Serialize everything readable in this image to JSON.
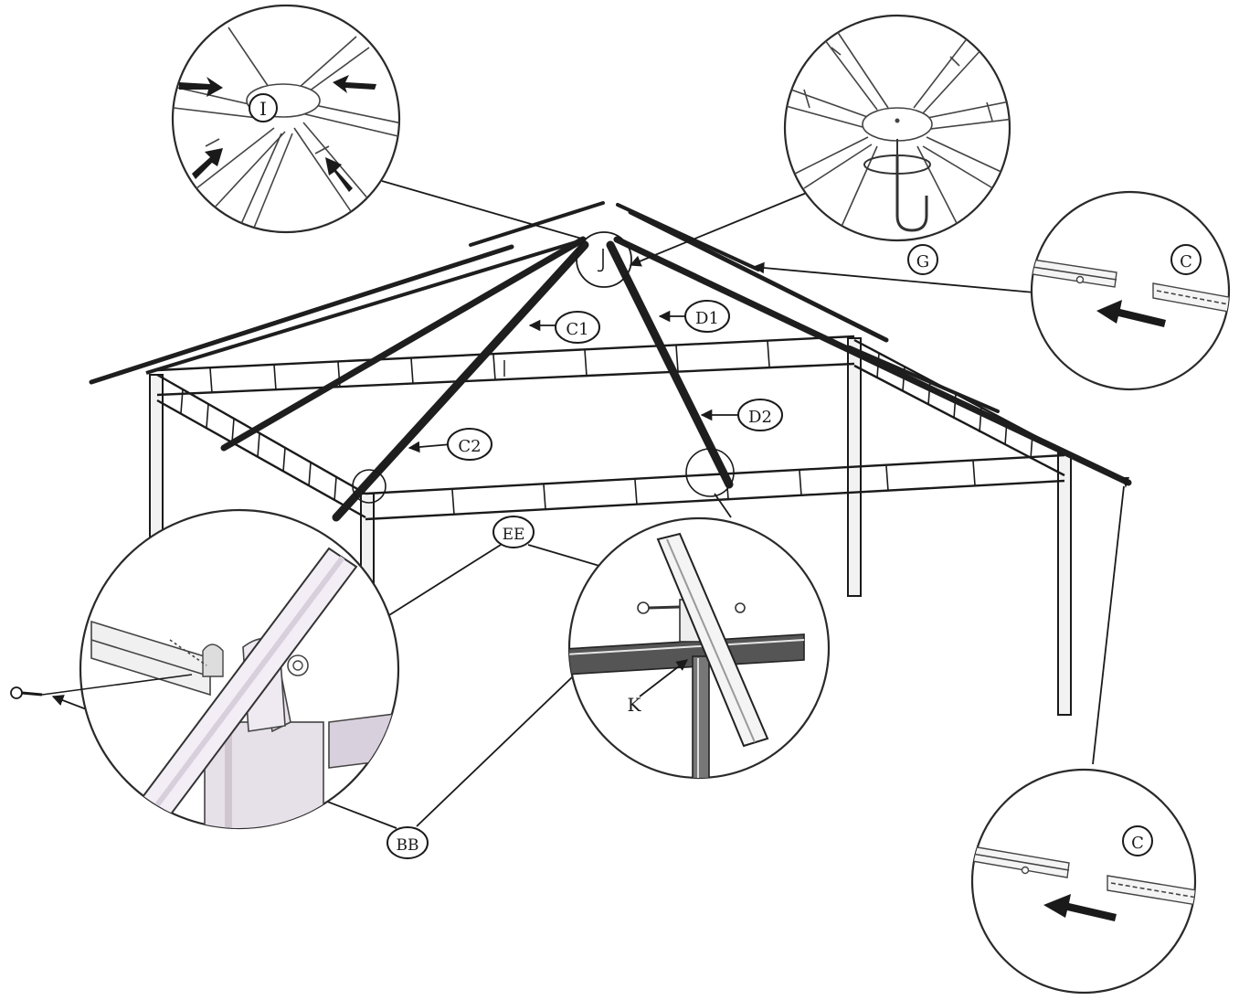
{
  "labels": {
    "i": "I",
    "g": "G",
    "c_top": "C",
    "c_bottom": "C",
    "c1": "C1",
    "d1": "D1",
    "c2": "C2",
    "d2": "D2",
    "ee": "EE",
    "bb": "BB",
    "k": "K"
  },
  "colors": {
    "ink": "#1a1a1a",
    "pole_fill": "#f2f2f2",
    "metal_shade": "#d8d0dc"
  }
}
